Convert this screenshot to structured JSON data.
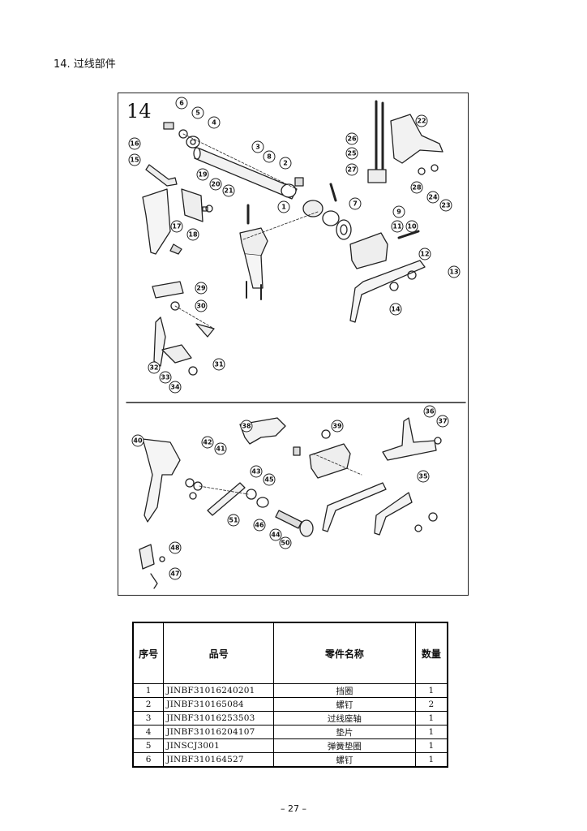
{
  "section_title": "14. 过线部件",
  "diagram": {
    "plate_number": "14",
    "callouts": [
      "1",
      "2",
      "3",
      "4",
      "5",
      "6",
      "7",
      "8",
      "9",
      "10",
      "11",
      "12",
      "13",
      "14",
      "15",
      "16",
      "17",
      "18",
      "19",
      "20",
      "21",
      "22",
      "23",
      "24",
      "25",
      "26",
      "27",
      "28",
      "29",
      "30",
      "31",
      "32",
      "33",
      "34",
      "35",
      "36",
      "37",
      "38",
      "39",
      "40",
      "41",
      "42",
      "43",
      "44",
      "45",
      "46",
      "47",
      "48",
      "50",
      "51"
    ]
  },
  "table": {
    "headers": [
      "序号",
      "品号",
      "零件名称",
      "数量"
    ],
    "rows": [
      {
        "no": "1",
        "code": "JINBF31016240201",
        "name": "挡圈",
        "qty": "1"
      },
      {
        "no": "2",
        "code": "JINBF310165084",
        "name": "螺钉",
        "qty": "2"
      },
      {
        "no": "3",
        "code": "JINBF31016253503",
        "name": "过线座轴",
        "qty": "1"
      },
      {
        "no": "4",
        "code": "JINBF31016204107",
        "name": "垫片",
        "qty": "1"
      },
      {
        "no": "5",
        "code": "JINSCJ3001",
        "name": "弹簧垫圈",
        "qty": "1"
      },
      {
        "no": "6",
        "code": "JINBF310164527",
        "name": "螺钉",
        "qty": "1"
      }
    ]
  },
  "page_number": "– 27 –"
}
